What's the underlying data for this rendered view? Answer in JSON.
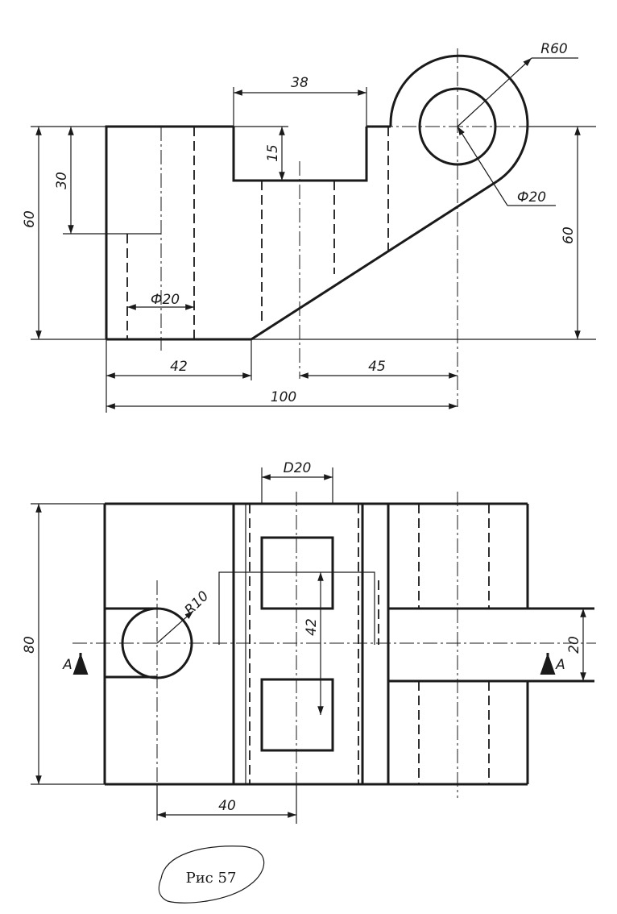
{
  "front_view": {
    "dims": {
      "r60": "R60",
      "d38": "38",
      "d15": "15",
      "d30": "30",
      "d60_left": "60",
      "d60_right": "60",
      "phi20_hole": "Ф20",
      "phi20_boss": "Ф20",
      "d42": "42",
      "d45": "45",
      "d100": "100"
    }
  },
  "top_view": {
    "dims": {
      "d20_top": "D20",
      "r10": "R10",
      "d42": "42",
      "d80": "80",
      "d20_right": "20",
      "d40": "40"
    },
    "section_marks": {
      "left": "A",
      "right": "A"
    }
  },
  "caption": "Рис 57"
}
